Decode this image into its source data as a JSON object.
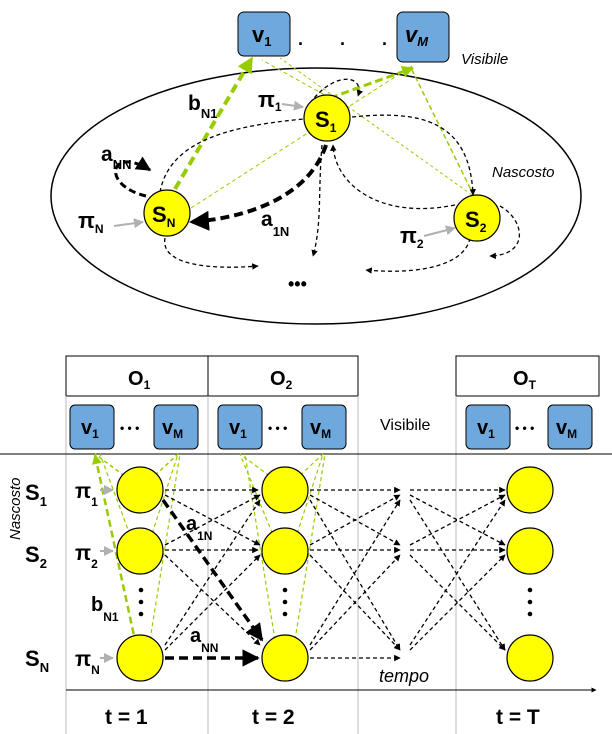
{
  "top_diagram": {
    "visible_label": "Visibile",
    "hidden_label": "Nascosto",
    "obs_first": {
      "main": "v",
      "sub": "1"
    },
    "obs_last": {
      "main": "v",
      "sub": "M"
    },
    "obs_dots": ". . .",
    "state_1": {
      "main": "S",
      "sub": "1"
    },
    "state_2": {
      "main": "S",
      "sub": "2"
    },
    "state_n": {
      "main": "S",
      "sub": "N"
    },
    "pi_1": {
      "main": "π",
      "sub": "1"
    },
    "pi_2": {
      "main": "π",
      "sub": "2"
    },
    "pi_n": {
      "main": "π",
      "sub": "N"
    },
    "b_n1": {
      "main": "b",
      "sub": "N1"
    },
    "a_nn": {
      "main": "a",
      "sub": "NN"
    },
    "a_1n": {
      "main": "a",
      "sub": "1N"
    },
    "ellipsis": "•••"
  },
  "trellis": {
    "obs_columns": [
      {
        "main": "O",
        "sub": "1"
      },
      {
        "main": "O",
        "sub": "2"
      },
      {
        "main": "O",
        "sub": "T"
      }
    ],
    "visible_label": "Visibile",
    "hidden_label": "Nascosto",
    "row_labels": [
      {
        "main": "S",
        "sub": "1"
      },
      {
        "main": "S",
        "sub": "2"
      },
      {
        "main": "S",
        "sub": "N"
      }
    ],
    "obs_v1": {
      "main": "v",
      "sub": "1"
    },
    "obs_vm": {
      "main": "v",
      "sub": "M"
    },
    "obs_dots": "• • •",
    "pi_1": {
      "main": "π",
      "sub": "1"
    },
    "pi_2": {
      "main": "π",
      "sub": "2"
    },
    "pi_n": {
      "main": "π",
      "sub": "N"
    },
    "b_n1": {
      "main": "b",
      "sub": "N1"
    },
    "a_1n": {
      "main": "a",
      "sub": "1N"
    },
    "a_nn": {
      "main": "a",
      "sub": "NN"
    },
    "time_axis_label": "tempo",
    "time_labels": [
      "t = 1",
      "t = 2",
      "t = T"
    ]
  },
  "colors": {
    "state_fill": "#ffff00",
    "obs_fill": "#6fa8dc",
    "emission_green": "#99cc00",
    "initial_arrow_gray": "#b0b0b0"
  }
}
